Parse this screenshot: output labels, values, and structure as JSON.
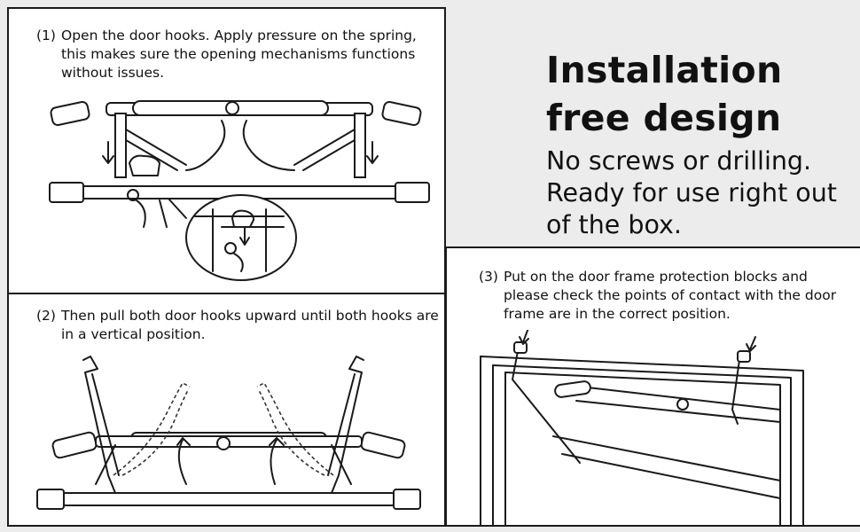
{
  "hero": {
    "title": "Installation free design",
    "subtitle": "No screws or drilling. Ready for use right out of the box."
  },
  "steps": [
    {
      "number": "(1)",
      "text": "Open the door hooks. Apply pressure on the spring, this makes sure the opening mechanisms functions without issues."
    },
    {
      "number": "(2)",
      "text": "Then pull both door hooks upward until both hooks are in a vertical position."
    },
    {
      "number": "(3)",
      "text": "Put on the door frame protection blocks and please check the points of contact with the door frame are in the correct position."
    }
  ]
}
